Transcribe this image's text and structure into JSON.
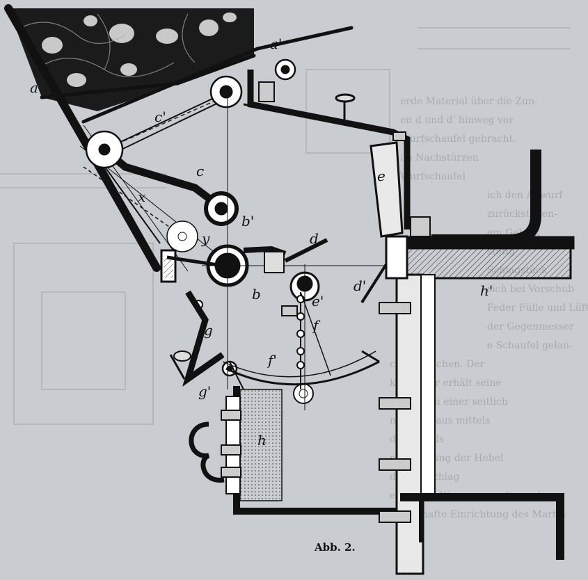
{
  "figure": {
    "caption": "Abb. 2."
  },
  "labels": {
    "a": "a",
    "a_prime": "a'",
    "c_prime": "c'",
    "c": "c",
    "x": "x",
    "y": "y",
    "b_prime": "b'",
    "b": "b",
    "d": "d",
    "d_prime": "d'",
    "e": "e",
    "e_prime": "e'",
    "f": "f",
    "f_prime": "f'",
    "g": "g",
    "g_prime": "g'",
    "h": "h",
    "h_prime": "h'"
  },
  "bleed_through_text": [
    "erde Material über die Zun-",
    "en d und d' hinweg vor",
    "Wurfschaufel gebracht.",
    "im Nachstürzen",
    "Wurfschaufel",
    "ich den Abwurf",
    "zurückstehen-",
    "em Gelenk",
    "stetig",
    "Schlagstück",
    "sich bei Vorschub",
    "Feder Fülle und Lüft-",
    "der Gegenmesser",
    "e Schaufel gelan-",
    "ch, gebrochen. Der",
    "ksschaber erhält seine",
    "ntrieb von einer seitlich",
    "n Welle f aus mittels",
    "des Hebels",
    "rtbedeutung der Hebel",
    "der Ausschlag",
    "einfacher Weise geregelt werden.",
    "vorteilhafte Einrichtung des Martin"
  ]
}
